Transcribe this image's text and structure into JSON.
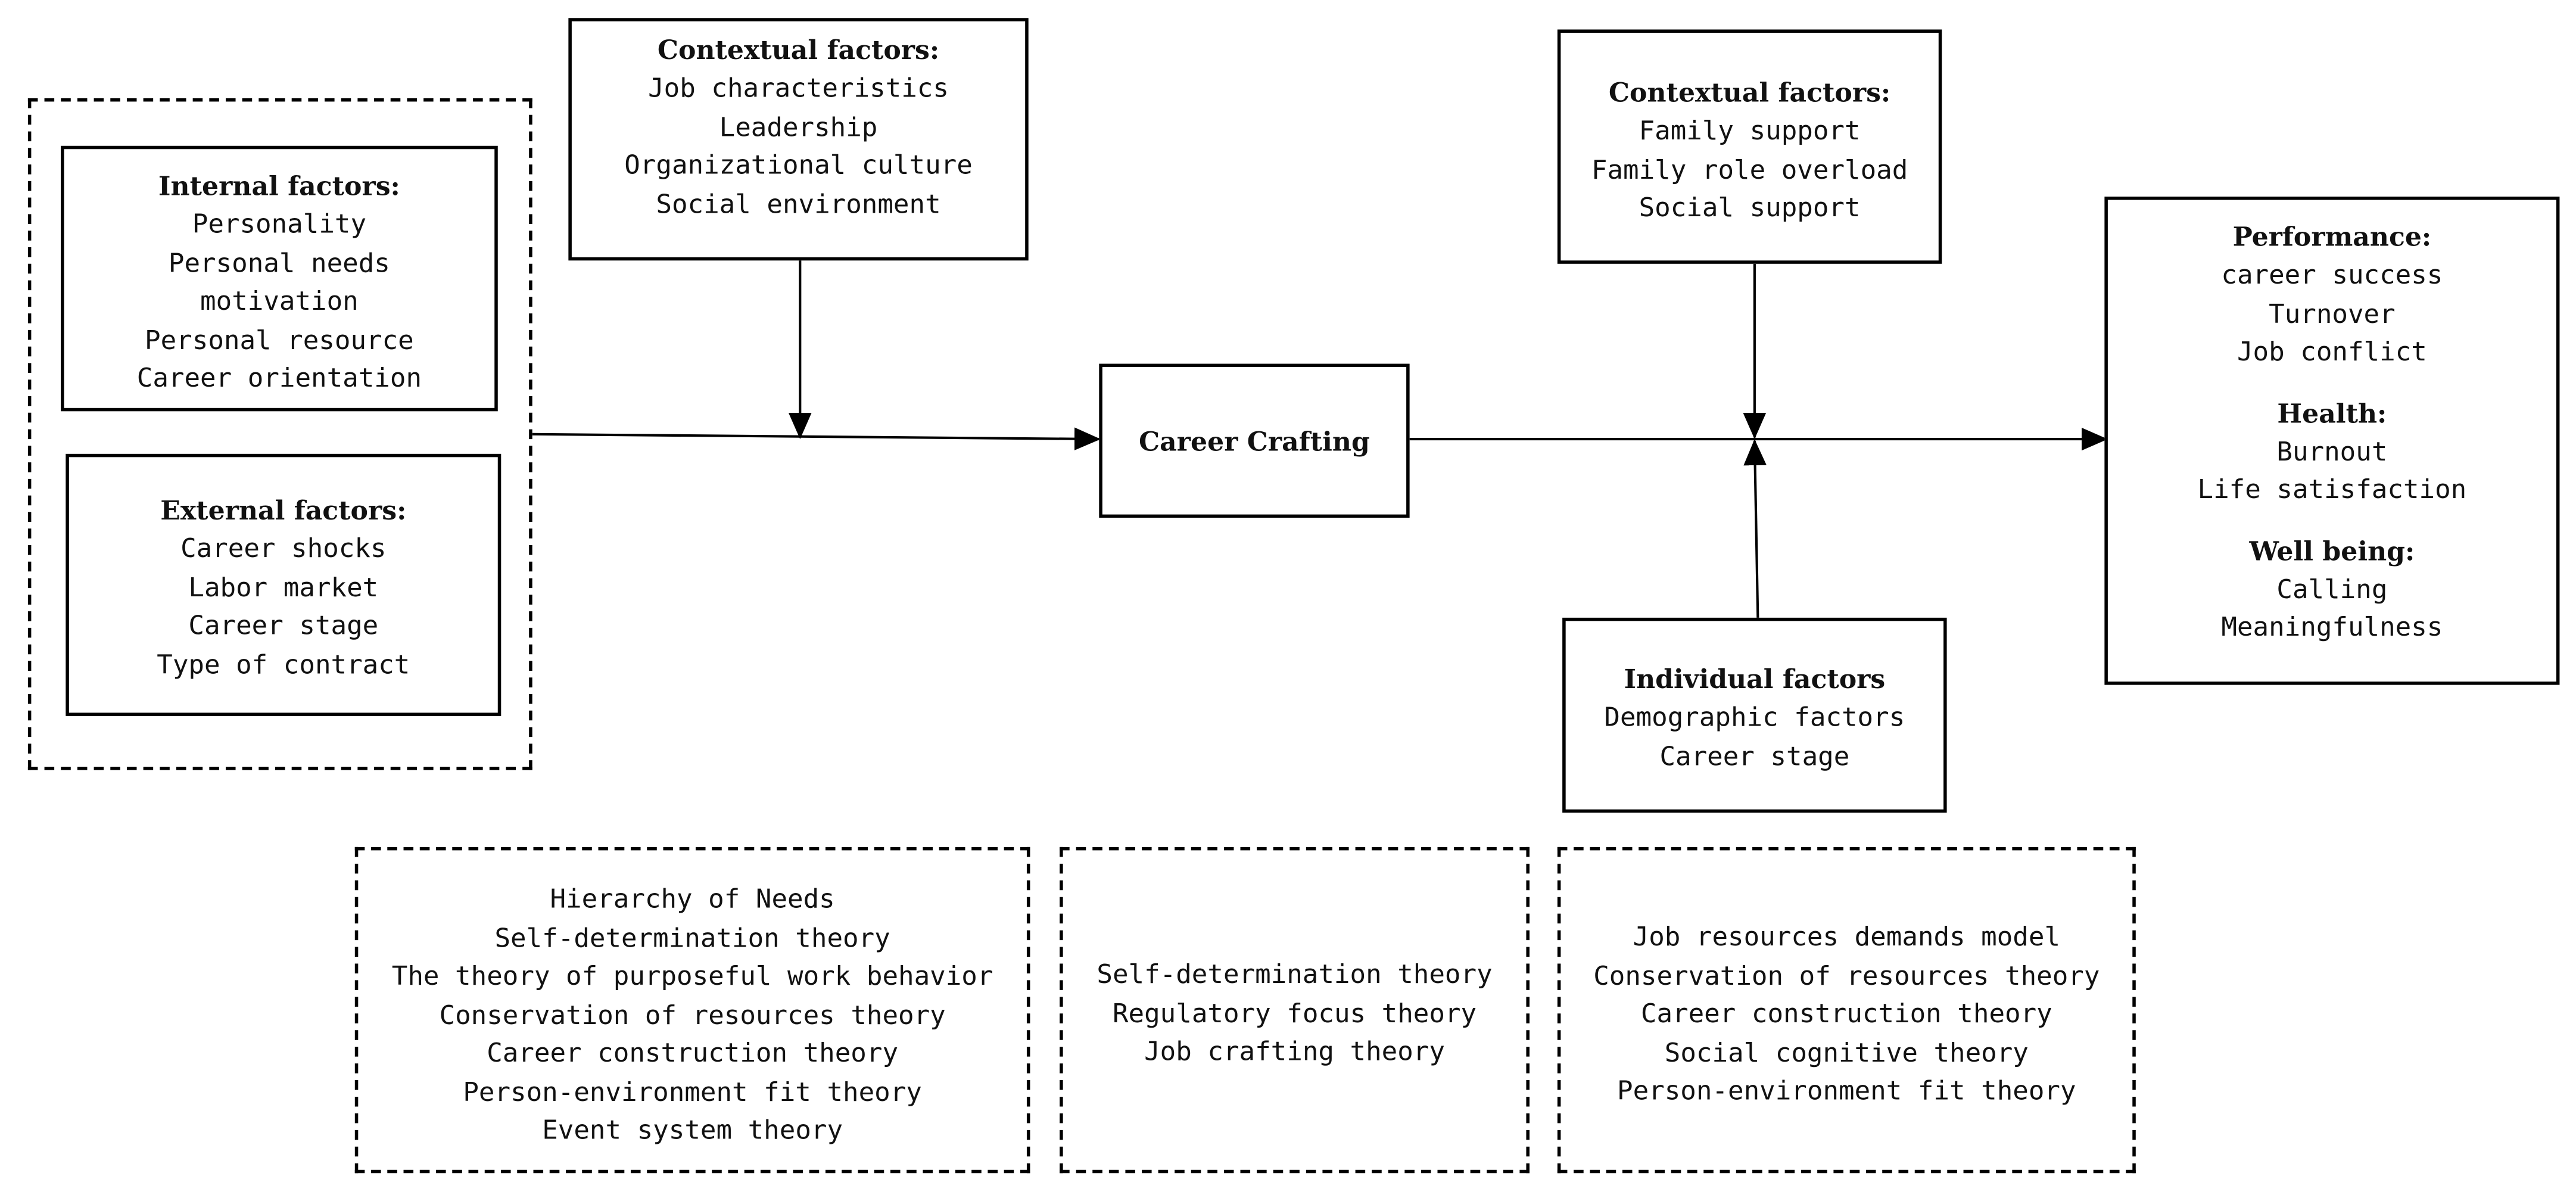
{
  "internal_factors": {
    "title": "Internal factors:",
    "items": [
      "Personality",
      "Personal needs",
      "motivation",
      "Personal resource",
      "Career orientation"
    ]
  },
  "external_factors": {
    "title": "External factors:",
    "items": [
      "Career shocks",
      "Labor market",
      "Career stage",
      "Type of contract"
    ]
  },
  "contextual_antecedent": {
    "title": "Contextual factors:",
    "items": [
      "Job characteristics",
      "Leadership",
      "Organizational culture",
      "Social environment"
    ]
  },
  "central": {
    "title": "Career Crafting"
  },
  "contextual_moderator": {
    "title": "Contextual factors:",
    "items": [
      "Family support",
      "Family role overload",
      "Social support"
    ]
  },
  "individual_moderator": {
    "title": "Individual factors",
    "items": [
      "Demographic factors",
      "Career stage"
    ]
  },
  "outcomes": {
    "groups": [
      {
        "title": "Performance:",
        "items": [
          "career success",
          "Turnover",
          "Job conflict"
        ]
      },
      {
        "title": "Health:",
        "items": [
          "Burnout",
          "Life satisfaction"
        ]
      },
      {
        "title": "Well being:",
        "items": [
          "Calling",
          "Meaningfulness"
        ]
      }
    ]
  },
  "theories": {
    "antecedents": [
      "Hierarchy of Needs",
      "Self-determination theory",
      "The theory of purposeful work behavior",
      "Conservation of resources theory",
      "Career construction theory",
      "Person-environment fit theory",
      "Event system theory"
    ],
    "crafting": [
      "Self-determination theory",
      "Regulatory focus theory",
      "Job crafting theory"
    ],
    "outcomes": [
      "Job resources demands model",
      "Conservation of resources theory",
      "Career construction theory",
      "Social cognitive theory",
      "Person-environment fit theory"
    ]
  }
}
